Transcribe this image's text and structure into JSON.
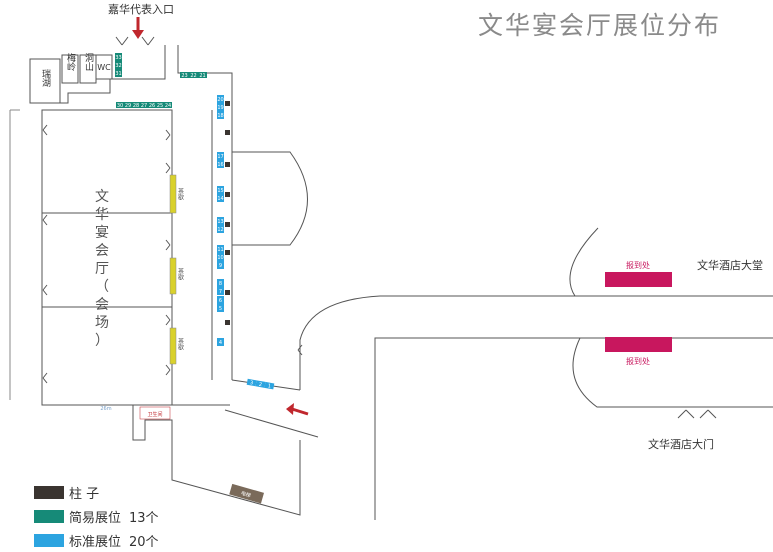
{
  "title": "文华宴会厅展位分布",
  "entrance_label": "嘉华代表入口",
  "hall_name": "文华宴会厅（会场）",
  "rooms": {
    "ruihu": "瑞湖",
    "meiling": "梅岭",
    "dongshan": "洞山",
    "wc": "WC"
  },
  "tea_break": "茶歇",
  "registration": "报到处",
  "lobby": "文华酒店大堂",
  "main_gate": "文华酒店大门",
  "small_label_room": "卫生间",
  "elevator": "电梯",
  "dimension_label": "26m",
  "booths": {
    "top_row_a": [
      "23",
      "22",
      "21"
    ],
    "top_row_b": [
      "30",
      "29",
      "28",
      "27",
      "26",
      "25",
      "24"
    ],
    "left_stack": [
      "33",
      "32",
      "31"
    ],
    "corridor": [
      "20",
      "19",
      "18",
      "17",
      "16",
      "15",
      "14",
      "13",
      "12",
      "11",
      "10",
      "9",
      "8",
      "7",
      "6",
      "5",
      "4"
    ],
    "bottom_diag": [
      "3",
      "2",
      "1"
    ]
  },
  "legend": [
    {
      "label": "柱 子",
      "count": "",
      "color": "#3a3430"
    },
    {
      "label": "简易展位",
      "count": "13个",
      "color": "#168a78"
    },
    {
      "label": "标准展位",
      "count": "20个",
      "color": "#2ca4e0"
    }
  ],
  "colors": {
    "pillar": "#3a3430",
    "simple_booth": "#168a78",
    "standard_booth": "#2ca4e0",
    "registration": "#c8175e",
    "tea": "#d9d12c",
    "arrow": "#c0272d",
    "wall": "#333333"
  }
}
